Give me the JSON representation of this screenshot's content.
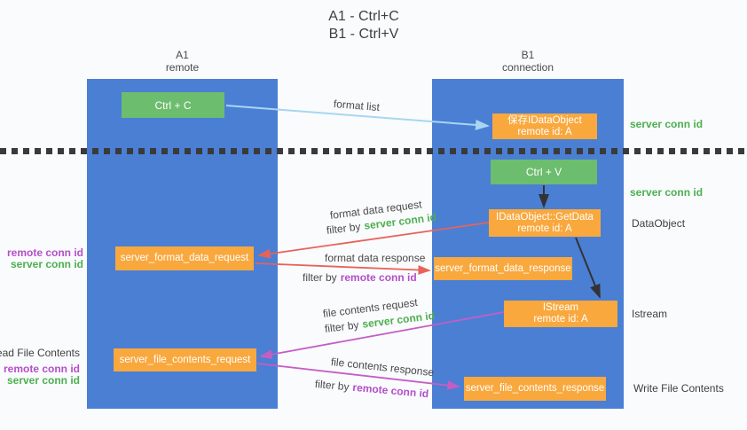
{
  "title": {
    "line1": "A1 - Ctrl+C",
    "line2": "B1 - Ctrl+V"
  },
  "lanes": {
    "left": {
      "name": "A1",
      "role": "remote"
    },
    "right": {
      "name": "B1",
      "role": "connection"
    }
  },
  "boxes": {
    "ctrl_c": {
      "label": "Ctrl + C"
    },
    "ctrl_v": {
      "label": "Ctrl + V"
    },
    "save_dataobject": {
      "line1": "保存IDataObject",
      "line2": "remote id: A"
    },
    "getdata": {
      "line1": "IDataObject::GetData",
      "line2": "remote id: A"
    },
    "istream": {
      "line1": "IStream",
      "line2": "remote id: A"
    },
    "format_request": {
      "label": "server_format_data_request"
    },
    "format_response": {
      "label": "server_format_data_response"
    },
    "file_request": {
      "label": "server_file_contents_request"
    },
    "file_response": {
      "label": "server_file_contents_response"
    }
  },
  "labels": {
    "format_list": "format list",
    "format_data_request": "format data request",
    "format_data_response": "format data response",
    "file_contents_request": "file contents request",
    "file_contents_response": "file contents response",
    "filter_by": "filter by",
    "server_conn_id": "server conn id",
    "remote_conn_id": "remote conn id",
    "data_object": "DataObject",
    "istream": "Istream",
    "read_file_contents": "Read File Contents",
    "write_file_contents": "Write File Contents"
  },
  "colors": {
    "lane_blue": "#4a7fd4",
    "box_green": "#6dbd6e",
    "box_orange": "#f9a83e",
    "conn_id_green": "#4caf50",
    "conn_id_magenta": "#b44fc8",
    "arrow_light_blue": "#a9d5f2",
    "arrow_red": "#e8625a",
    "arrow_magenta": "#c45ec4",
    "arrow_black": "#333333",
    "text_dark": "#404040",
    "background": "#fafbfd"
  }
}
